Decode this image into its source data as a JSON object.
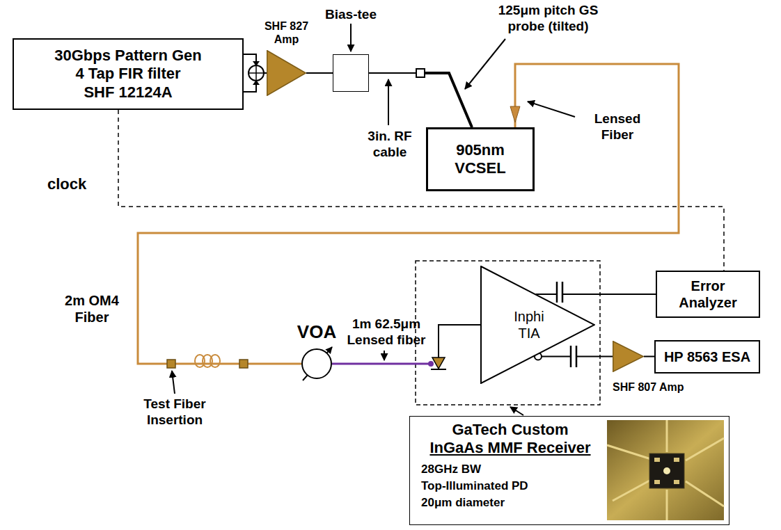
{
  "diagram": {
    "nodes": [
      {
        "text": [
          "30Gbps Pattern Gen",
          "4 Tap FIR filter",
          "SHF 12124A"
        ]
      },
      {
        "text": [
          "SHF 827 Amp"
        ]
      },
      {
        "text": [
          "Bias-tee"
        ]
      },
      {
        "text": [
          "905nm VCSEL"
        ]
      },
      {
        "text": [
          "VOA"
        ]
      },
      {
        "text": [
          "Inphi TIA"
        ]
      },
      {
        "text": [
          "Error Analyzer"
        ]
      },
      {
        "text": [
          "SHF 807 Amp"
        ]
      },
      {
        "text": [
          "HP 8563 ESA"
        ]
      },
      {
        "text": [
          "GaTech Custom",
          "InGaAs MMF Receiver",
          "28GHz BW",
          "Top-Illuminated PD",
          "20μm diameter"
        ]
      }
    ],
    "edges": [
      {
        "from": 0,
        "to": 1,
        "arrow": "none"
      },
      {
        "from": 1,
        "to": 2,
        "arrow": "none"
      },
      {
        "from": 2,
        "to": 3,
        "arrow": "none"
      },
      {
        "from": 3,
        "to": 4,
        "arrow": "none"
      },
      {
        "from": 0,
        "to": 6,
        "arrow": "none"
      },
      {
        "from": 5,
        "to": 6,
        "arrow": "none"
      },
      {
        "from": 5,
        "to": 7,
        "arrow": "none"
      },
      {
        "from": 7,
        "to": 8,
        "arrow": "none"
      }
    ],
    "labels": [
      "Lensed Fiber",
      "125μm pitch GS probe (tilted)",
      "3in. RF cable",
      "clock",
      "2m OM4 Fiber",
      "Test Fiber Insertion",
      "1m 62.5μm Lensed fiber"
    ]
  }
}
